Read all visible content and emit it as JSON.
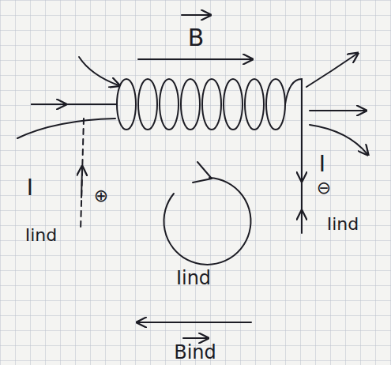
{
  "diagram": {
    "labels": [
      "B",
      "I",
      "⊕",
      "Iind",
      "I",
      "⊖",
      "Iind",
      "Iind",
      "Bind"
    ]
  }
}
